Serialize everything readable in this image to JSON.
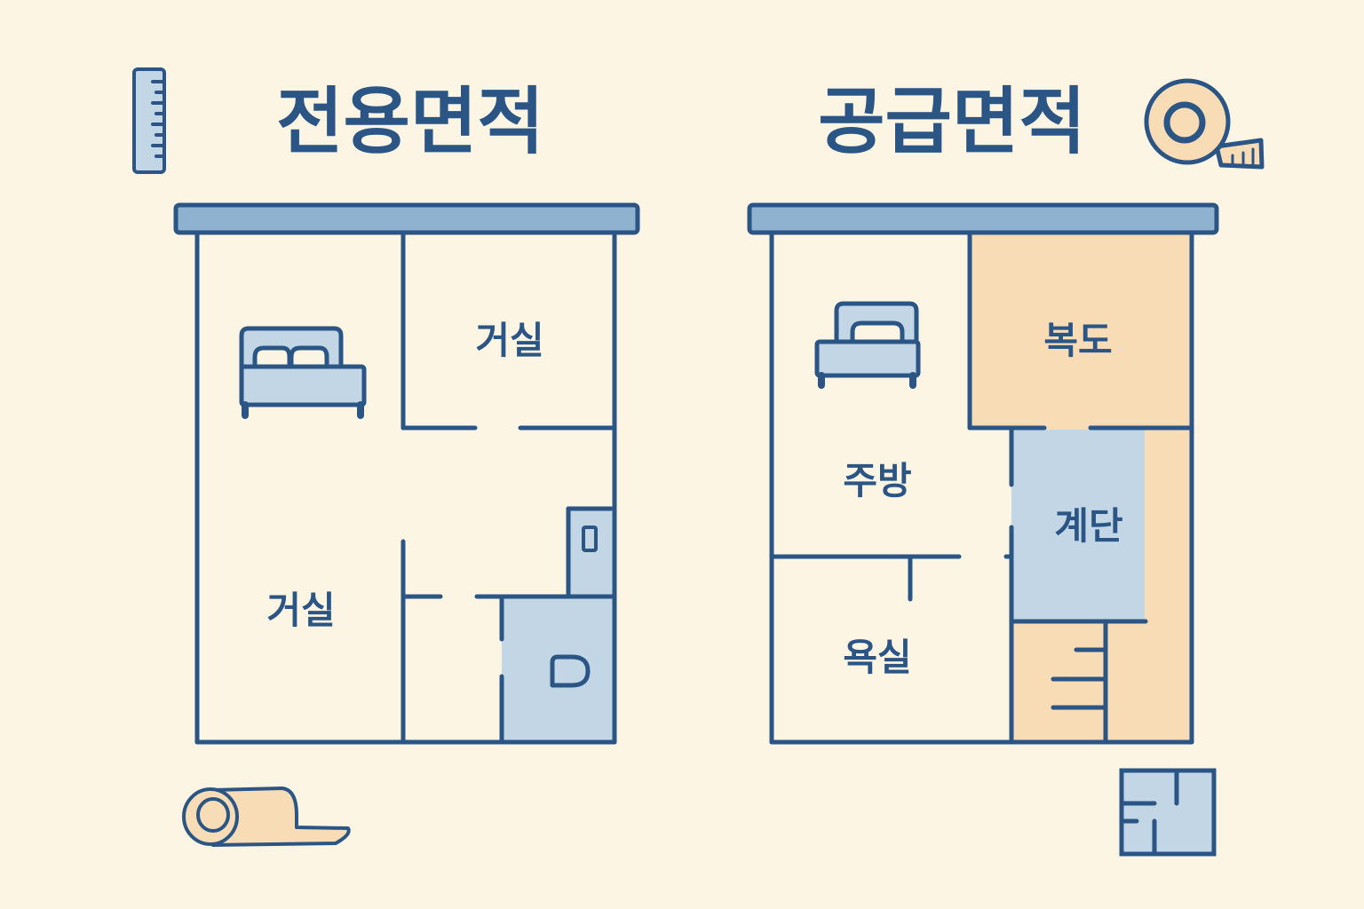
{
  "colors": {
    "background": "#fdf5e4",
    "line": "#2a5584",
    "blue_fill": "#c3d6e6",
    "roof_fill": "#8fb2d1",
    "orange_fill": "#f8dcb6",
    "cream_fill": "#fdf5e4"
  },
  "left_plan": {
    "title": "전용면적",
    "rooms": {
      "top_right": "거실",
      "left": "거실"
    }
  },
  "right_plan": {
    "title": "공급면적",
    "rooms": {
      "hallway": "복도",
      "kitchen": "주방",
      "stairs": "계단",
      "bathroom": "욕실"
    }
  },
  "icons": [
    "ruler-icon",
    "tape-measure-icon",
    "rolled-mat-icon",
    "floorplan-icon",
    "bed-icon",
    "toilet-icon"
  ]
}
